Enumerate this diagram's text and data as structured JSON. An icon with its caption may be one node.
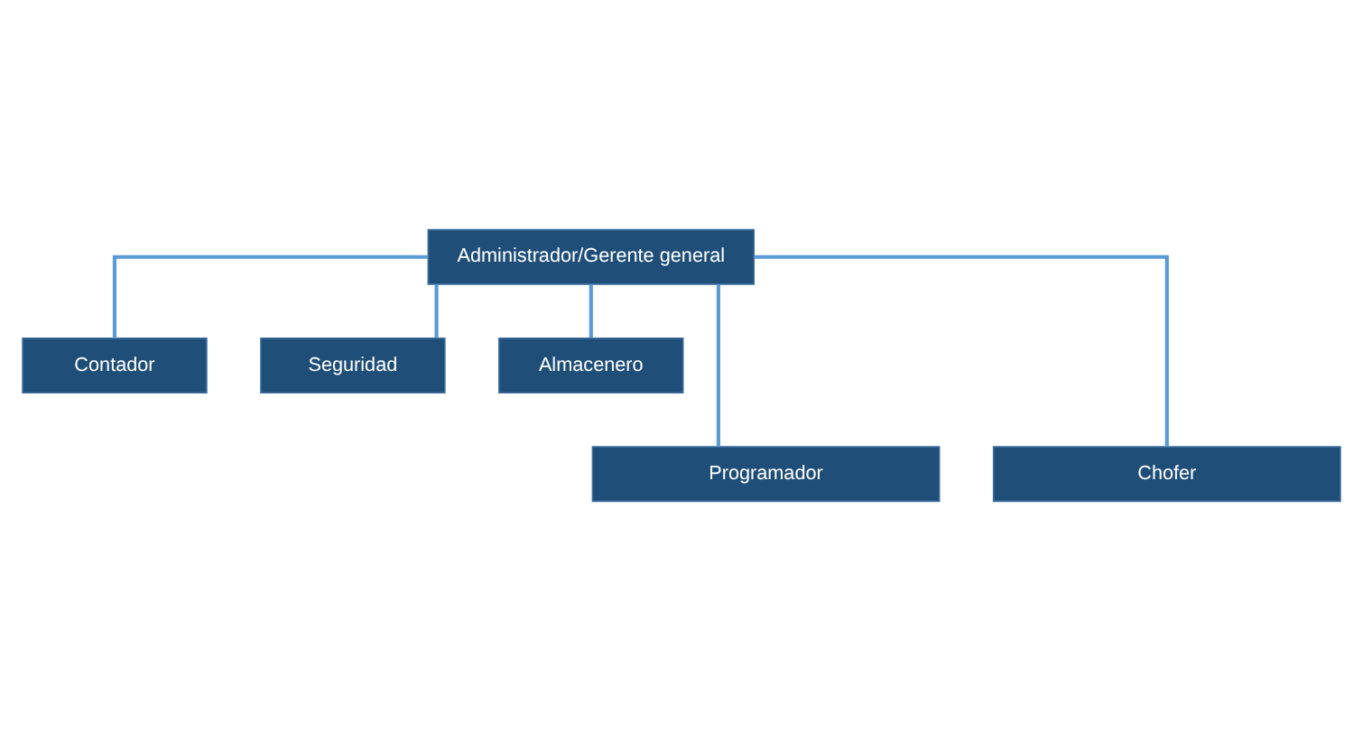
{
  "diagram": {
    "nodes": [
      {
        "text": [
          "Administrador/Gerente general"
        ]
      },
      {
        "text": [
          "Contador"
        ]
      },
      {
        "text": [
          "Seguridad"
        ]
      },
      {
        "text": [
          "Almacenero"
        ]
      },
      {
        "text": [
          "Programador"
        ]
      },
      {
        "text": [
          "Chofer"
        ]
      }
    ],
    "edges": [
      {
        "from": 0,
        "to": 1,
        "arrow": "none"
      },
      {
        "from": 0,
        "to": 2,
        "arrow": "none"
      },
      {
        "from": 0,
        "to": 3,
        "arrow": "none"
      },
      {
        "from": 0,
        "to": 4,
        "arrow": "none"
      },
      {
        "from": 0,
        "to": 5,
        "arrow": "none"
      }
    ]
  }
}
